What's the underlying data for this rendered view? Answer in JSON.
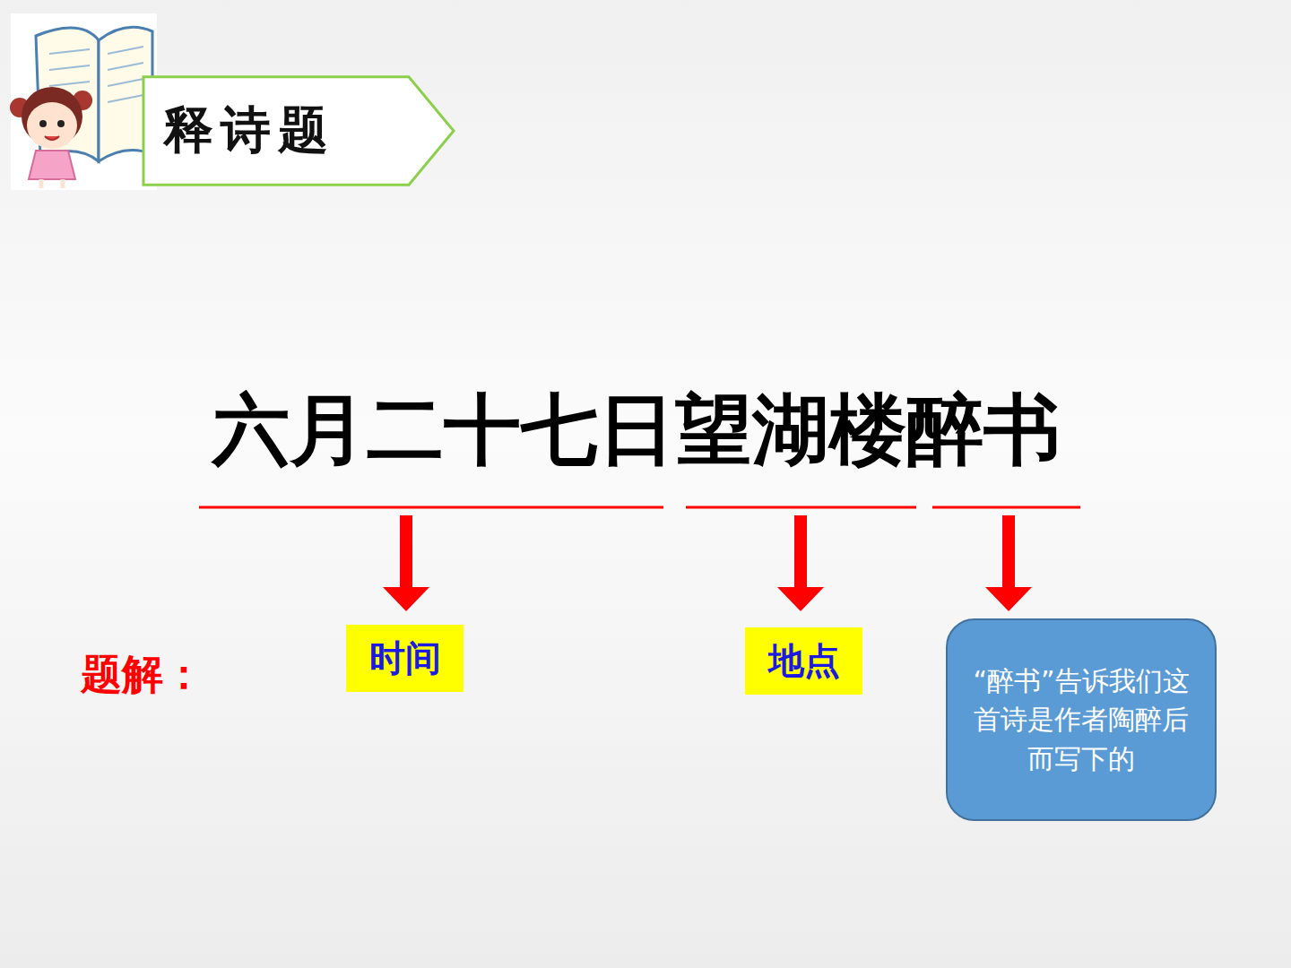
{
  "diagram": {
    "title": "六月二十七日望湖楼醉书",
    "nodes": [
      {
        "text": [
          "释诗题"
        ]
      },
      {
        "text": [
          "时间"
        ]
      },
      {
        "text": [
          "地点"
        ]
      },
      {
        "text": [
          "“醉书”告诉我们这首诗是作者陶醉后而写下的"
        ]
      }
    ],
    "labels": [
      "题解："
    ]
  }
}
